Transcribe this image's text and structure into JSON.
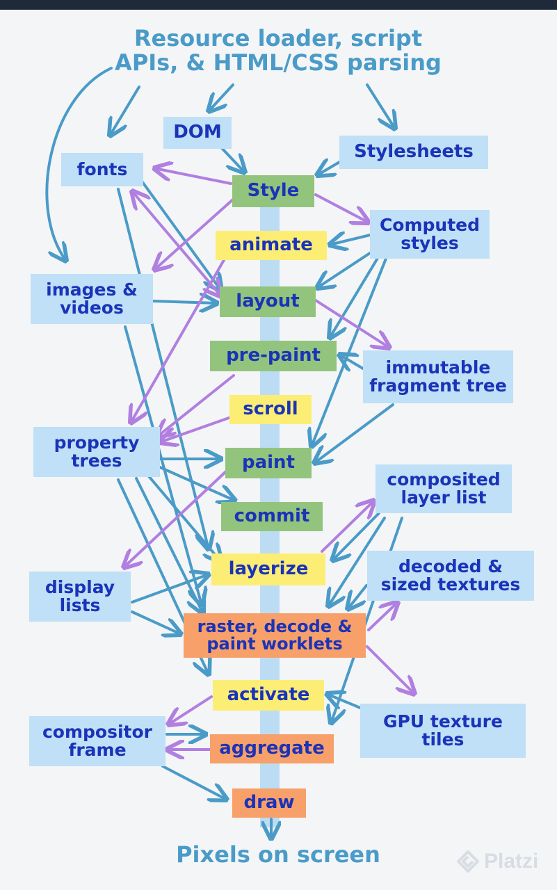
{
  "diagram": {
    "source": "Resource loader, script\nAPIs, & HTML/CSS parsing",
    "inputs": {
      "dom": "DOM",
      "stylesheets": "Stylesheets",
      "fonts": "fonts",
      "images_videos": "images &\nvideos",
      "computed_styles": "Computed\nstyles",
      "immutable_fragment_tree": "immutable\nfragment tree",
      "property_trees": "property\ntrees",
      "composited_layer_list": "composited\nlayer list",
      "display_lists": "display\nlists",
      "decoded_textures": "decoded &\nsized textures",
      "gpu_texture_tiles": "GPU texture\ntiles",
      "compositor_frame": "compositor\nframe"
    },
    "stages": [
      {
        "id": "style",
        "label": "Style"
      },
      {
        "id": "animate",
        "label": "animate"
      },
      {
        "id": "layout",
        "label": "layout"
      },
      {
        "id": "pre_paint",
        "label": "pre-paint"
      },
      {
        "id": "scroll",
        "label": "scroll"
      },
      {
        "id": "paint",
        "label": "paint"
      },
      {
        "id": "commit",
        "label": "commit"
      },
      {
        "id": "layerize",
        "label": "layerize"
      },
      {
        "id": "raster",
        "label": "raster, decode &\npaint worklets"
      },
      {
        "id": "activate",
        "label": "activate"
      },
      {
        "id": "aggregate",
        "label": "aggregate"
      },
      {
        "id": "draw",
        "label": "draw"
      }
    ],
    "output": "Pixels on screen"
  },
  "watermark": {
    "text": "Platzi"
  },
  "colors": {
    "topbar": "#1e2a3a",
    "background": "#f4f5f7",
    "text_blue": "#1a33b8",
    "arrow_blue": "#4a9bc7",
    "arrow_purple": "#b07fe0",
    "box_blue": "#bfe0f6",
    "stage_green": "#93c47d",
    "stage_yellow": "#fcee75",
    "stage_orange": "#f7a06a",
    "pipeline": "#bcdcf3"
  }
}
